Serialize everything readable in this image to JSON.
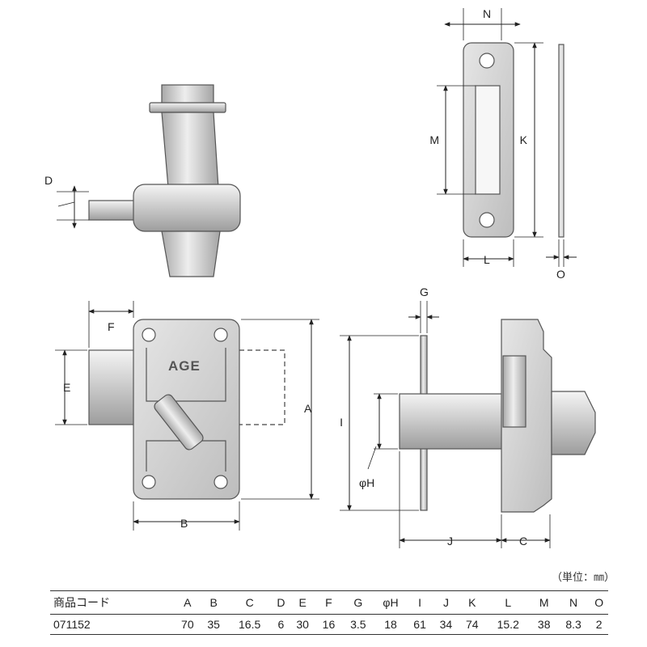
{
  "dimension_labels": {
    "A": "A",
    "B": "B",
    "C": "C",
    "D": "D",
    "E": "E",
    "F": "F",
    "G": "G",
    "H": "φH",
    "I": "I",
    "J": "J",
    "K": "K",
    "L": "L",
    "M": "M",
    "N": "N",
    "O": "O"
  },
  "part_marking": "AGE",
  "unit_label": "（単位：㎜）",
  "spec_table": {
    "headers": [
      "商品コード",
      "A",
      "B",
      "C",
      "D",
      "E",
      "F",
      "G",
      "φH",
      "I",
      "J",
      "K",
      "L",
      "M",
      "N",
      "O"
    ],
    "rows": [
      [
        "071152",
        "70",
        "35",
        "16.5",
        "6",
        "30",
        "16",
        "3.5",
        "18",
        "61",
        "34",
        "74",
        "15.2",
        "38",
        "8.3",
        "2"
      ]
    ]
  }
}
